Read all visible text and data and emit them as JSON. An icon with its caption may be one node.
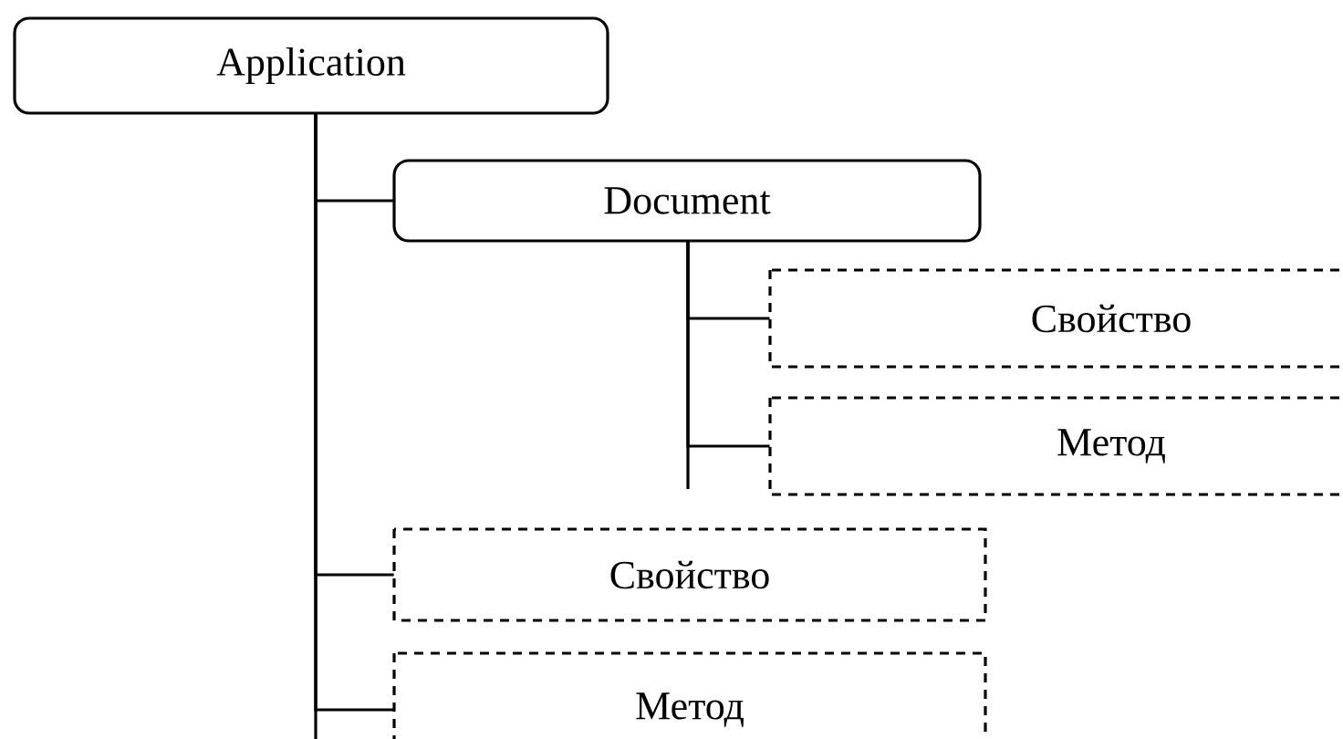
{
  "diagram": {
    "nodes": [
      {
        "text": [
          "Application"
        ]
      },
      {
        "text": [
          "Document"
        ]
      },
      {
        "text": [
          "Свойство"
        ]
      },
      {
        "text": [
          "Метод"
        ]
      },
      {
        "text": [
          "Свойство"
        ]
      },
      {
        "text": [
          "Метод"
        ]
      }
    ],
    "edges": [
      {
        "from": 0,
        "to": 1,
        "arrow": "none"
      },
      {
        "from": 1,
        "to": 2,
        "arrow": "none"
      },
      {
        "from": 1,
        "to": 3,
        "arrow": "none"
      },
      {
        "from": 0,
        "to": 4,
        "arrow": "none"
      },
      {
        "from": 0,
        "to": 5,
        "arrow": "none"
      }
    ]
  }
}
